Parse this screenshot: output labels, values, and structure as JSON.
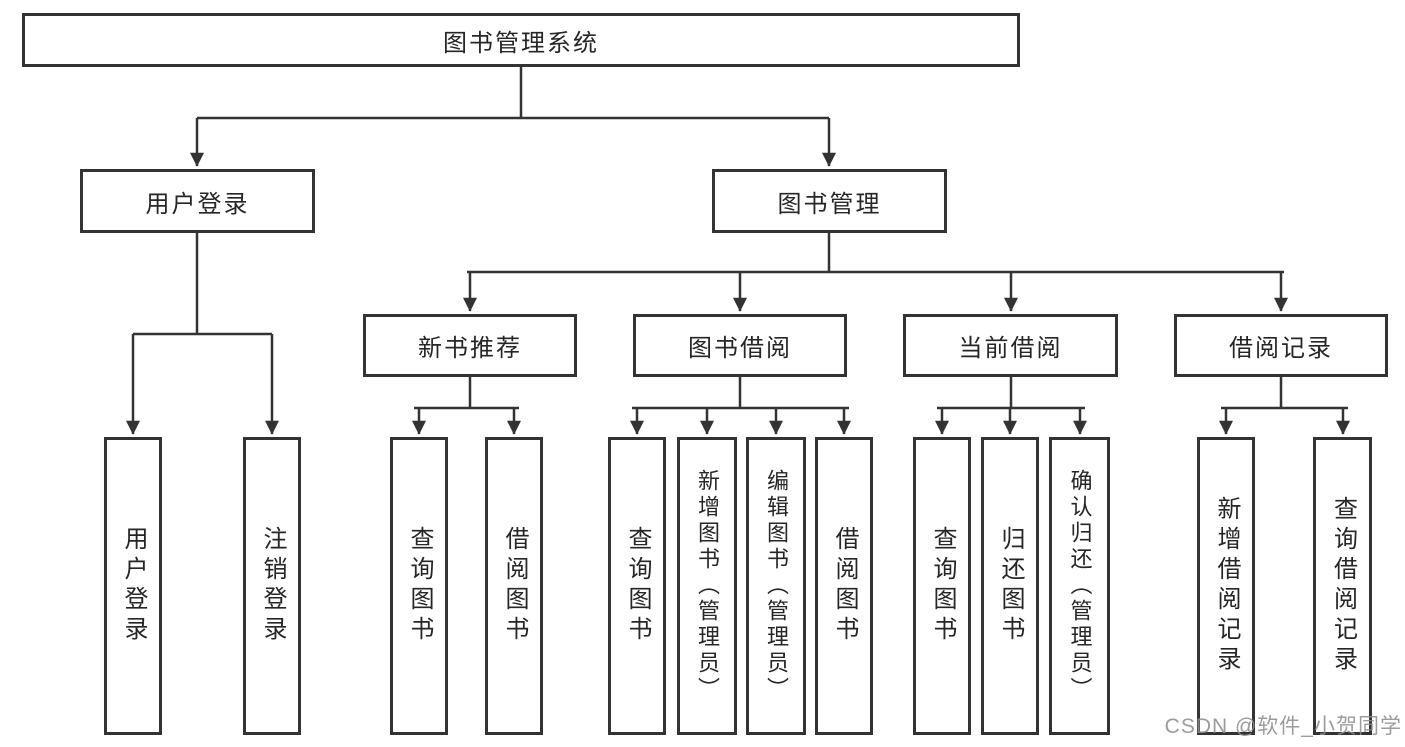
{
  "diagram": {
    "watermark": "CSDN @软件_小贺同学",
    "colors": {
      "line": "#333333",
      "box_border": "#333333",
      "box_bg": "#ffffff",
      "text": "#262626",
      "watermark": "#8f8f8f"
    },
    "tree": {
      "label": "图书管理系统",
      "children": [
        {
          "label": "用户登录",
          "children": [
            {
              "label": "用户登录"
            },
            {
              "label": "注销登录"
            }
          ]
        },
        {
          "label": "图书管理",
          "children": [
            {
              "label": "新书推荐",
              "children": [
                {
                  "label": "查询图书"
                },
                {
                  "label": "借阅图书"
                }
              ]
            },
            {
              "label": "图书借阅",
              "children": [
                {
                  "label": "查询图书"
                },
                {
                  "label": "新增图书（管理员）"
                },
                {
                  "label": "编辑图书（管理员）"
                },
                {
                  "label": "借阅图书"
                }
              ]
            },
            {
              "label": "当前借阅",
              "children": [
                {
                  "label": "查询图书"
                },
                {
                  "label": "归还图书"
                },
                {
                  "label": "确认归还（管理员）"
                }
              ]
            },
            {
              "label": "借阅记录",
              "children": [
                {
                  "label": "新增借阅记录"
                },
                {
                  "label": "查询借阅记录"
                }
              ]
            }
          ]
        }
      ]
    }
  }
}
